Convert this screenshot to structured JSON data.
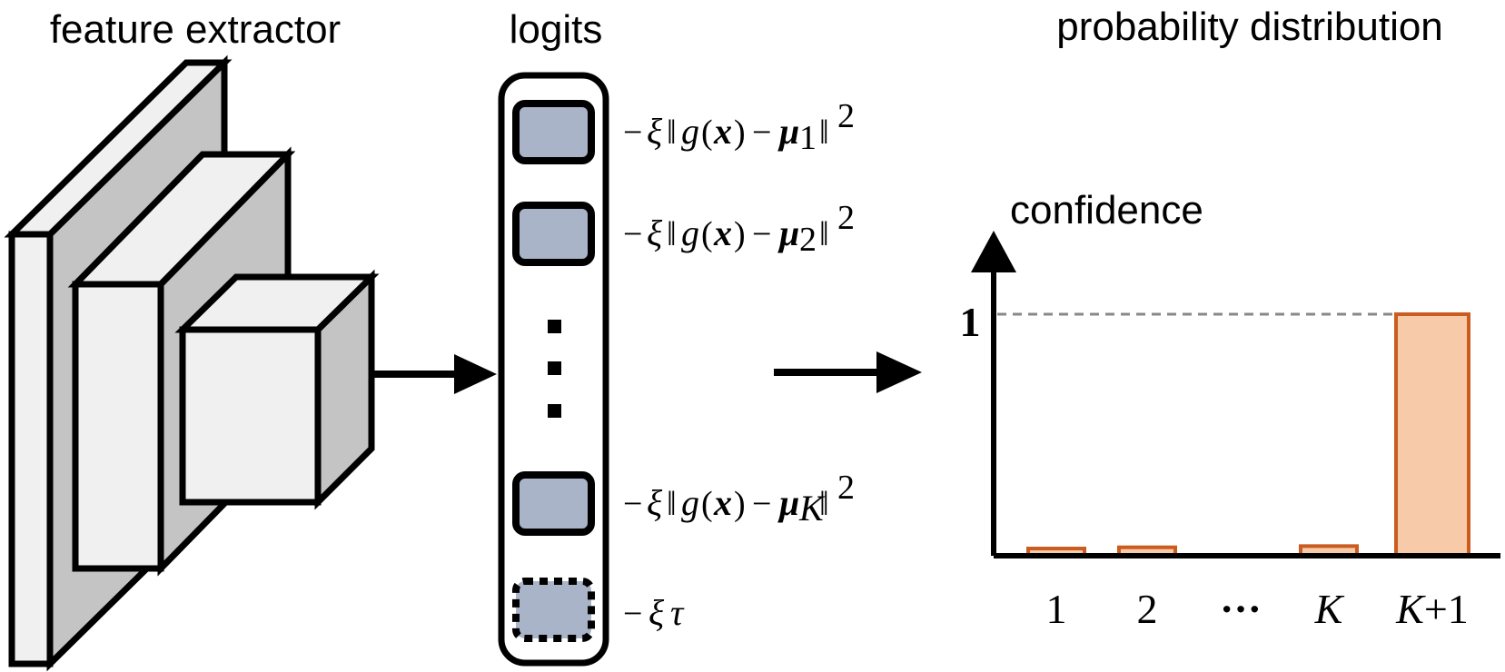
{
  "titles": {
    "feature_extractor": "feature extractor",
    "logits": "logits",
    "probability_distribution": "probability distribution"
  },
  "logit_labels": [
    {
      "prefix": "−",
      "xi": "ξ",
      "norm_open": "‖",
      "g": "g",
      "lpar": "(",
      "x": "x",
      "rpar": ")",
      "minus": "−",
      "mu": "μ",
      "sub": "1",
      "norm_close": "‖",
      "sup": "2"
    },
    {
      "prefix": "−",
      "xi": "ξ",
      "norm_open": "‖",
      "g": "g",
      "lpar": "(",
      "x": "x",
      "rpar": ")",
      "minus": "−",
      "mu": "μ",
      "sub": "2",
      "norm_close": "‖",
      "sup": "2"
    },
    {
      "prefix": "−",
      "xi": "ξ",
      "norm_open": "‖",
      "g": "g",
      "lpar": "(",
      "x": "x",
      "rpar": ")",
      "minus": "−",
      "mu": "μ",
      "sub": "K",
      "norm_close": "‖",
      "sup": "2"
    }
  ],
  "extra_logit_label": {
    "prefix": "−",
    "xi": "ξ",
    "tau": "τ"
  },
  "chart_data": {
    "type": "bar",
    "ylabel": "confidence",
    "ytick_label": "1",
    "ytick_value": 1,
    "ylim": [
      0,
      1.02
    ],
    "categories": [
      "1",
      "2",
      "···",
      "K",
      "K+1"
    ],
    "values": [
      0.03,
      0.035,
      null,
      0.04,
      1.0
    ],
    "reference_line": 1,
    "colors": {
      "fill": "#f7cbaa",
      "stroke": "#c95c1e",
      "reference_line": "#888888"
    }
  },
  "colors": {
    "logit_fill": "#aab4c8",
    "block_light": "#f0f0f0",
    "block_dark": "#c4c4c4",
    "stroke": "#000000"
  }
}
